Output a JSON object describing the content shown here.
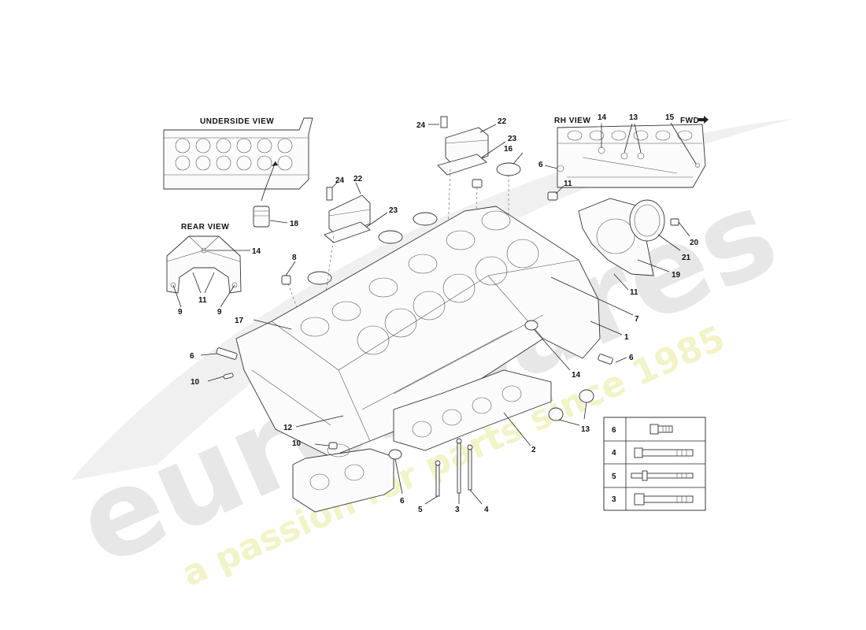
{
  "views": {
    "underside": "UNDERSIDE  VIEW",
    "rear": "REAR  VIEW",
    "rh": "RH  VIEW",
    "fwd": "FWD"
  },
  "watermark": {
    "brand": "eurospares",
    "tagline": "a passion for parts since 1985"
  },
  "callouts": {
    "c24a": "24",
    "c22a": "22",
    "c23a": "23",
    "c16": "16",
    "c14rh": "14",
    "c13rh": "13",
    "c15": "15",
    "c6rh": "6",
    "c11rh": "11",
    "c20": "20",
    "c21": "21",
    "c19": "19",
    "c11b": "11",
    "c7": "7",
    "c1": "1",
    "c24b": "24",
    "c22b": "22",
    "c23b": "23",
    "c18": "18",
    "c14rear": "14",
    "c11rear": "11",
    "c9a": "9",
    "c9b": "9",
    "c8": "8",
    "c17": "17",
    "c6a": "6",
    "c10a": "10",
    "c12": "12",
    "c10b": "10",
    "c6b": "6",
    "c5": "5",
    "c3": "3",
    "c4": "4",
    "c2": "2",
    "c13b": "13",
    "c14b": "14",
    "c6c": "6"
  },
  "legend": {
    "rows": [
      {
        "num": "6",
        "type": "bolt-short"
      },
      {
        "num": "4",
        "type": "stud-long"
      },
      {
        "num": "5",
        "type": "stud-flanged"
      },
      {
        "num": "3",
        "type": "bolt-long"
      }
    ]
  },
  "colors": {
    "line": "#222222",
    "watermark_grey": "#d9d9d9",
    "watermark_yellow": "#f1f0b0"
  }
}
